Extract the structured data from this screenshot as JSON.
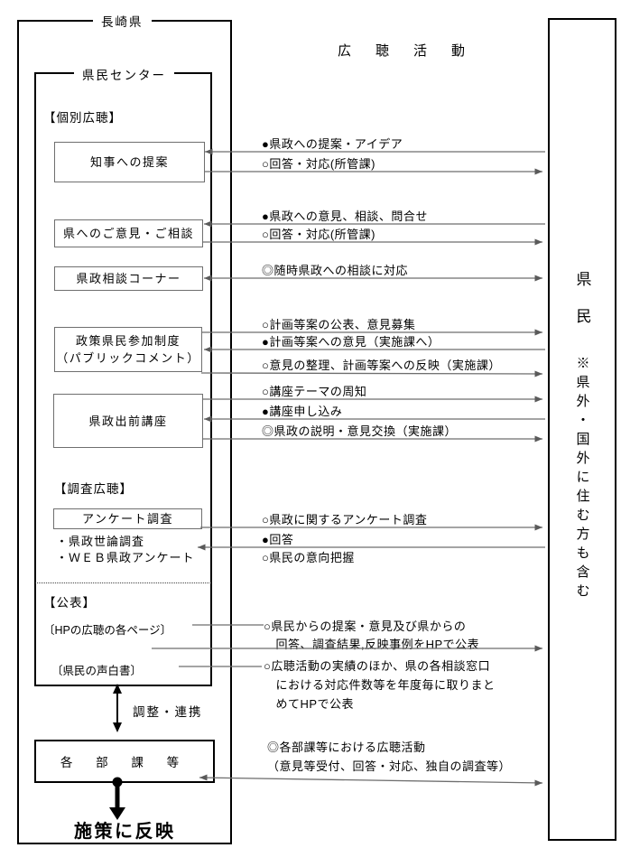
{
  "title": "広聴活動",
  "prefecture_label": "長崎県",
  "center_label": "県民センター",
  "sections": {
    "individual": "【個別広聴】",
    "survey": "【調査広聴】",
    "publication": "【公表】"
  },
  "boxes": {
    "governor": "知事への提案",
    "opinions": "県へのご意見・ご相談",
    "consultation": "県政相談コーナー",
    "public_comment": "政策県民参加制度\n（パブリックコメント）",
    "lecture": "県政出前講座",
    "questionnaire": "アンケート調査",
    "departments": "各 部 課 等"
  },
  "survey_items": {
    "item1": "・県政世論調査",
    "item2": "・ＷＥＢ県政アンケート"
  },
  "publication_items": {
    "hp_pages": "〔HPの広聴の各ページ〕",
    "white_paper": "〔県民の声白書〕"
  },
  "flows": {
    "proposal_in": "●県政への提案・アイデア",
    "proposal_out": "○回答・対応(所管課)",
    "opinion_in": "●県政への意見、相談、問合せ",
    "opinion_out": "○回答・対応(所管課)",
    "consult_both": "◎随時県政への相談に対応",
    "pc_publish": "○計画等案の公表、意見募集",
    "pc_opinion": "●計画等案への意見（実施課へ）",
    "pc_reflect": "○意見の整理、計画等案への反映（実施課）",
    "lec_theme": "○講座テーマの周知",
    "lec_apply": "●講座申し込み",
    "lec_exchange": "◎県政の説明・意見交換（実施課）",
    "q_survey": "○県政に関するアンケート調査",
    "q_answer": "●回答",
    "q_grasp": "○県民の意向把握",
    "hp_pub": "○県民からの提案・意見及び県からの\n　回答、調査結果,反映事例をHPで公表",
    "wp_pub": "○広聴活動の実績のほか、県の各相談窓口\n　における対応件数等を年度毎に取りまと\n　めてHPで公表",
    "dept_activity": "◎各部課等における広聴活動\n（意見等受付、回答・対応、独自の調査等）"
  },
  "citizens": {
    "label": "県民",
    "note": "※県外・国外に住む方も含む"
  },
  "coordination_label": "調整・連携",
  "reflect_label": "施策に反映",
  "colors": {
    "ink": "#000000",
    "line_gray": "#6e6e6e",
    "background": "#ffffff"
  }
}
